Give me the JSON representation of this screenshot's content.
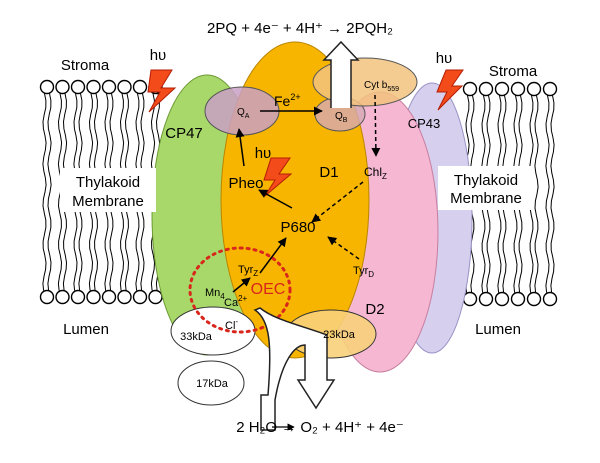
{
  "equations": {
    "top": "2PQ + 4e⁻ + 4H⁺ → 2PQH₂",
    "bottom": "2 H₂O → O₂ + 4H⁺ + 4e⁻"
  },
  "regions": {
    "stroma": "Stroma",
    "lumen": "Lumen",
    "membrane_line1": "Thylakoid",
    "membrane_line2": "Membrane"
  },
  "light": "hυ",
  "subunits": {
    "cp47": "CP47",
    "cp43": "CP43",
    "d1": "D1",
    "d2": "D2",
    "kda33": "33kDa",
    "kda23": "23kDa",
    "kda17": "17kDa",
    "cyt_b559": "Cyt b",
    "cyt_b559_sub": "559"
  },
  "cofactors": {
    "qa": "Q",
    "qa_sub": "A",
    "qb": "Q",
    "qb_sub": "B",
    "fe": "Fe",
    "fe_sup": "2+",
    "pheo": "Pheo",
    "p680": "P680",
    "chlz": "Chl",
    "chlz_sub": "Z",
    "tyrz": "Tyr",
    "tyrz_sub": "Z",
    "tyrd": "Tyr",
    "tyrd_sub": "D",
    "oec": "OEC",
    "mn": "Mn",
    "mn_sub": "4",
    "ca": "Ca",
    "ca_sup": "2+",
    "cl": "Cl",
    "cl_sup": "-"
  },
  "colors": {
    "d1": "#f7b500",
    "d2": "#f5b7d2",
    "cp47": "#9fd65a",
    "cp43": "#d0cbee",
    "oec": "#d9261c",
    "cyt": "#f2c27e",
    "qa": "#c9a0c4",
    "kda23": "#f7d07a",
    "lightning": "#f44b1a"
  }
}
